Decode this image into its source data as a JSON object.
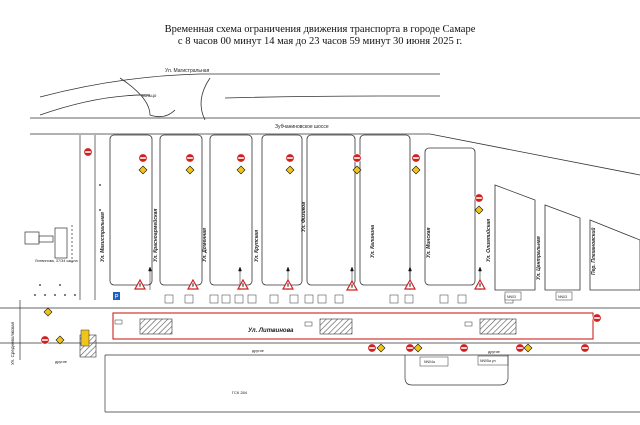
{
  "title_line1": "Временная схема ограничения движения транспорта в городе Самаре",
  "title_line2": "с 8 часов 00 минут 14 мая до 23 часов 59 минут 30 июня 2025 г.",
  "streets": {
    "magistralnaya_top": "Ул. Магистральная",
    "zubchaninovskoe": "Зубчаниновское шоссе",
    "magistralnaya_vertical": "Ул. Магистральная",
    "krasnoarmeyskaya": "Ул. Красноармейская",
    "domnaya": "Ул. Доменная",
    "krupskoy": "Ул. Крупская",
    "fizicheskaya": "Ул. Физиков",
    "kalinina": "Ул. Калинина",
    "minskaya": "Ул. Минская",
    "olimpiyskaya": "Ул. Олимпийская",
    "tsentralnaya": "Ул. Центральная",
    "plekhanova": "Пер. Плехановский",
    "srednevolzhskaya": "Ул. Средневолжская",
    "litvinova": "Ул. Литвинова",
    "gsk": "ГСК 284"
  },
  "labels": {
    "ring": "кольцо",
    "school": "Литвинова, 37/34 школа",
    "gate_left": "другие",
    "gate_bottom": "другие",
    "gate_right": "другие",
    "box1": "NN03",
    "box2": "NN03",
    "box3": "NN04а",
    "box4": "NN05а ул"
  },
  "colors": {
    "road_line": "#333333",
    "work_zone": "#cc2222",
    "hatch": "#555555",
    "sign_red": "#d12020",
    "sign_yellow": "#f0c419",
    "sign_blue": "#1f5fbf"
  },
  "icons": [
    "no-entry-sign-icon",
    "warning-triangle-icon",
    "road-works-icon",
    "detour-arrow-icon",
    "parking-icon"
  ]
}
